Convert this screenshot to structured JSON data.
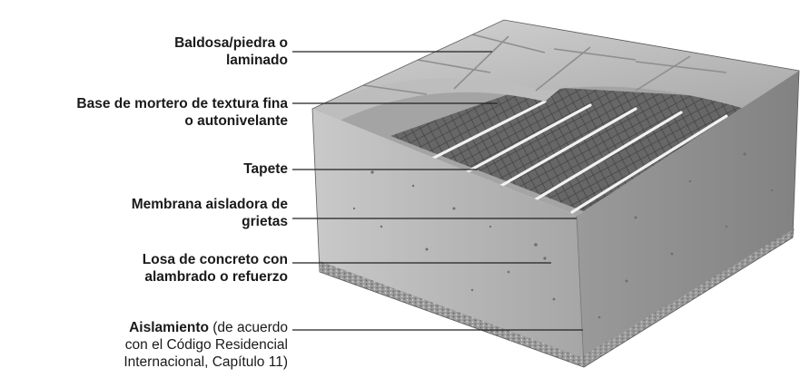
{
  "labels": {
    "tile": {
      "line1": "Baldosa/piedra o",
      "line2": "laminado"
    },
    "mortar": {
      "line1": "Base de mortero de textura fina",
      "line2": "o autonivelante"
    },
    "mat": {
      "line1": "Tapete"
    },
    "membrane": {
      "line1": "Membrana aisladora de",
      "line2": "grietas"
    },
    "slab": {
      "line1": "Losa de concreto con",
      "line2": "alambrado o refuerzo"
    },
    "insulation": {
      "bold": "Aislamiento",
      "rest": " (de acuerdo",
      "line2": "con el Código Residencial",
      "line3": "Internacional, Capítulo 11)"
    }
  },
  "colors": {
    "concrete": "#b9b9b9",
    "tile": "#c4c4c4",
    "mat_grid": "#555555",
    "heating_wire": "#f2f2f2",
    "leader_line": "#222222"
  }
}
